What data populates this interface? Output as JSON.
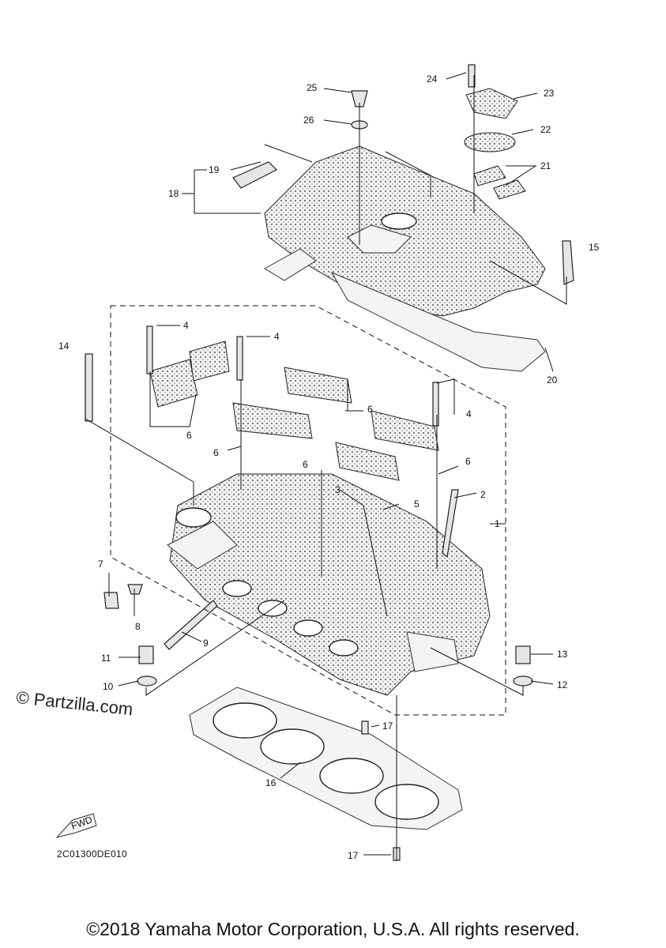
{
  "diagram": {
    "watermark": "© Partzilla.com",
    "drawing_code": "2C01300DE010",
    "copyright": "©2018 Yamaha Motor Corporation, U.S.A. All rights reserved.",
    "fwd_label": "FWD",
    "callouts": [
      {
        "id": "1",
        "label": "1"
      },
      {
        "id": "2",
        "label": "2"
      },
      {
        "id": "3",
        "label": "3"
      },
      {
        "id": "4a",
        "label": "4"
      },
      {
        "id": "4b",
        "label": "4"
      },
      {
        "id": "4c",
        "label": "4"
      },
      {
        "id": "5",
        "label": "5"
      },
      {
        "id": "6a",
        "label": "6"
      },
      {
        "id": "6b",
        "label": "6"
      },
      {
        "id": "6c",
        "label": "6"
      },
      {
        "id": "6d",
        "label": "6"
      },
      {
        "id": "6e",
        "label": "6"
      },
      {
        "id": "7",
        "label": "7"
      },
      {
        "id": "8",
        "label": "8"
      },
      {
        "id": "9",
        "label": "9"
      },
      {
        "id": "10",
        "label": "10"
      },
      {
        "id": "11",
        "label": "11"
      },
      {
        "id": "12",
        "label": "12"
      },
      {
        "id": "13",
        "label": "13"
      },
      {
        "id": "14",
        "label": "14"
      },
      {
        "id": "15",
        "label": "15"
      },
      {
        "id": "16",
        "label": "16"
      },
      {
        "id": "17a",
        "label": "17"
      },
      {
        "id": "17b",
        "label": "17"
      },
      {
        "id": "18",
        "label": "18"
      },
      {
        "id": "19",
        "label": "19"
      },
      {
        "id": "20",
        "label": "20"
      },
      {
        "id": "21",
        "label": "21"
      },
      {
        "id": "22",
        "label": "22"
      },
      {
        "id": "23",
        "label": "23"
      },
      {
        "id": "24",
        "label": "24"
      },
      {
        "id": "25",
        "label": "25"
      },
      {
        "id": "26",
        "label": "26"
      }
    ]
  }
}
